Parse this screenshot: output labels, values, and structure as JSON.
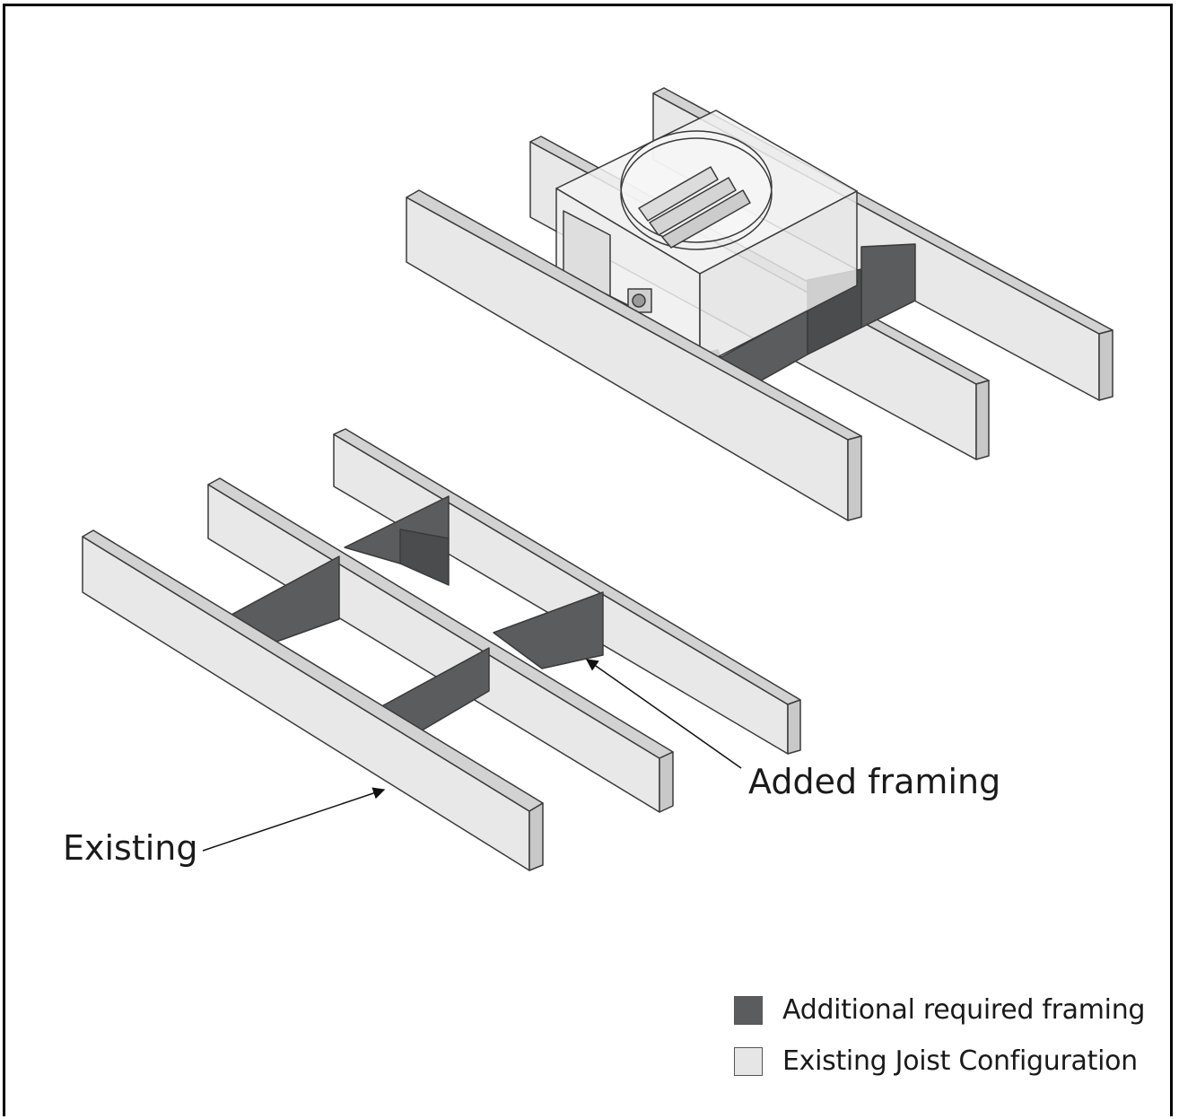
{
  "colors": {
    "existing_joist": "#e6e6e6",
    "added_framing": "#5a5c5d",
    "outline": "#3a3a3a",
    "damper_fill": "#f2f2f2"
  },
  "callouts": {
    "existing": "Existing",
    "added": "Added framing"
  },
  "legend": [
    {
      "label": "Additional required framing",
      "color": "#5a5c5d"
    },
    {
      "label": "Existing Joist Configuration",
      "color": "#e6e6e6"
    }
  ],
  "icons": [
    "damper-unit-icon",
    "actuator-motor-icon",
    "arrow-icon"
  ]
}
